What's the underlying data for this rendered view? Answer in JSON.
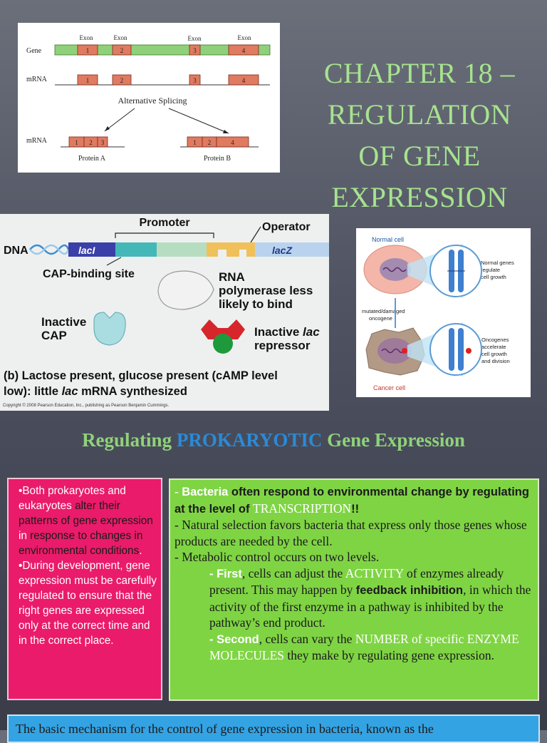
{
  "splice": {
    "exon_label": "Exon",
    "gene_label": "Gene",
    "mrna_label": "mRNA",
    "mrna2_label": "mRNA",
    "exons": [
      "1",
      "2",
      "3",
      "4"
    ],
    "alt_splicing": "Alternative Splicing",
    "protein_a_exons": [
      "1",
      "2",
      "3"
    ],
    "protein_b_exons": [
      "1",
      "2",
      "4"
    ],
    "protein_a": "Protein A",
    "protein_b": "Protein B"
  },
  "title": {
    "line1": "CHAPTER 18 –",
    "line2": "REGULATION",
    "line3": "OF GENE",
    "line4": "EXPRESSION"
  },
  "lac": {
    "promoter": "Promoter",
    "operator": "Operator",
    "dna": "DNA",
    "laci": "lacI",
    "lacz": "lacZ",
    "cap_site": "CAP-binding site",
    "rna_line1": "RNA",
    "rna_line2": "polymerase less",
    "rna_line3": "likely to bind",
    "inactive_cap_1": "Inactive",
    "inactive_cap_2": "CAP",
    "repressor_1a": "Inactive ",
    "repressor_1b": "lac",
    "repressor_2": "repressor",
    "caption_1": "(b) Lactose present, glucose present (cAMP level",
    "caption_2a": "low): little ",
    "caption_2b": "lac",
    "caption_2c": " mRNA synthesized",
    "copyright": "Copyright © 2008 Pearson Education, Inc., publishing as Pearson Benjamin Cummings."
  },
  "cancer": {
    "normal_cell": "Normal cell",
    "normal_genes_1": "Normal genes",
    "normal_genes_2": "regulate",
    "normal_genes_3": "cell growth",
    "mutated_1": "mutated/damaged",
    "mutated_2": "oncogene",
    "onco_1": "Oncogenes",
    "onco_2": "accelerate",
    "onco_3": "cell growth",
    "onco_4": "and division",
    "cancer_cell": "Cancer cell"
  },
  "subtitle": {
    "pre": "Regulating ",
    "highlight": "PROKARYOTIC",
    "post": " Gene Expression"
  },
  "pink": {
    "p1_a": "•Both prokaryotes and eukaryotes ",
    "p1_b": "alter their patterns of gene expression ",
    "p1_c": "in ",
    "p1_d": "response to changes in environmental conditions",
    "p1_e": ".",
    "p2": "•During development, gene expression must be carefully regulated to ensure that the right genes are expressed only at the correct time and in the correct place."
  },
  "green": {
    "l1_a": "- ",
    "l1_b": "Bacteria",
    "l1_c": " often respond to environmental change by regulating at the level of ",
    "l1_d": "TRANSCRIPTION",
    "l1_e": "!!",
    "l2": "- Natural selection favors bacteria that express only those genes whose products are needed by the cell.",
    "l3": "- Metabolic control occurs on two levels.",
    "l4_a": "- ",
    "l4_b": "First",
    "l4_c": ", cells can adjust the ",
    "l4_d": "ACTIVITY",
    "l4_e": " of enzymes already present. This may happen by ",
    "l4_f": "feedback inhibition",
    "l4_g": ", in which the activity of the first enzyme in a pathway is inhibited by the pathway’s end product.",
    "l5_a": "- ",
    "l5_b": "Second",
    "l5_c": ", cells can vary the ",
    "l5_d": "NUMBER",
    "l5_e": " of specific ",
    "l5_f": "ENZYME MOLECULES",
    "l5_g": " they make by regulating gene expression."
  },
  "bottom": {
    "text": "The basic mechanism for the control of gene expression in bacteria, known as the"
  },
  "colors": {
    "title_green": "#a7e38f",
    "exon_red": "#e07a60",
    "gene_green": "#8fd07a",
    "pink_box": "#ea1b6a",
    "green_box": "#7fd444",
    "blue_box": "#34a3e3"
  }
}
